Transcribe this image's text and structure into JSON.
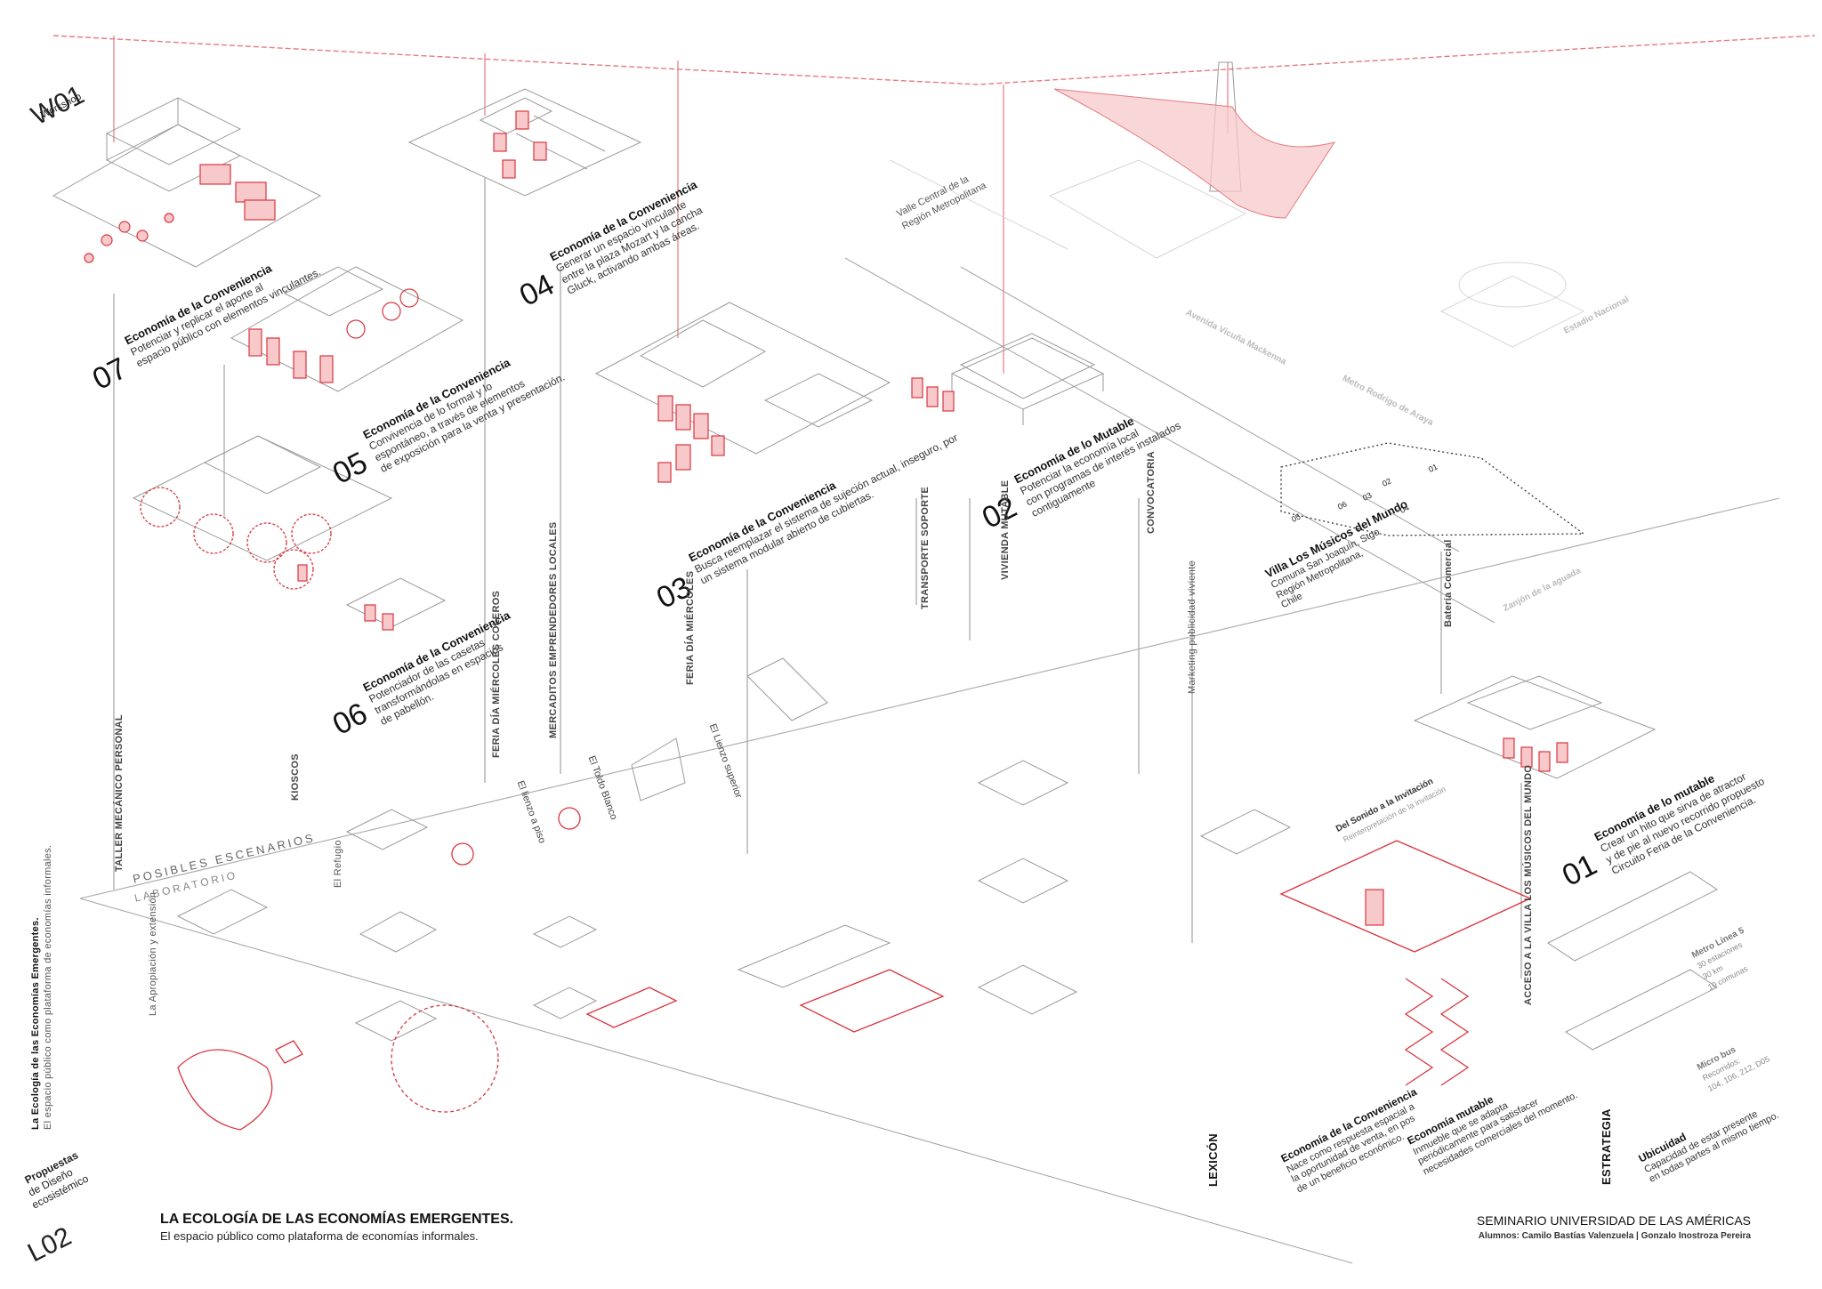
{
  "workshop": {
    "code": "W01",
    "label": "Workshop"
  },
  "level": {
    "code": "L02",
    "line1": "Propuestas",
    "line2": "de Diseño",
    "line3": "ecosistémico"
  },
  "side_note": {
    "title": "La Ecología de las Economías Emergentes.",
    "text": "El espacio público como plataforma de economías informales."
  },
  "scenario": {
    "line1": "POSIBLES ESCENARIOS",
    "line2": "LABORATORIO"
  },
  "proposals": [
    {
      "num": "07",
      "title": "Economía de la Conveniencia",
      "lines": [
        "Potenciar y replicar el aporte al",
        "espacio público con elementos vinculantes."
      ]
    },
    {
      "num": "05",
      "title": "Economía de la Conveniencia",
      "lines": [
        "Convivencia de lo formal y lo",
        "espontáneo, a través de elementos",
        "de exposición para la venta y presentación."
      ]
    },
    {
      "num": "06",
      "title": "Economía de la Conveniencia",
      "lines": [
        "Potenciador de las casetas",
        "transformándolas en espacios",
        "de pabellón."
      ]
    },
    {
      "num": "04",
      "title": "Economía de la Conveniencia",
      "lines": [
        "Generar un espacio vinculante",
        "entre la plaza Mozart y la cancha",
        "Gluck, activando ambas áreas."
      ]
    },
    {
      "num": "03",
      "title": "Economía de la Conveniencia",
      "lines": [
        "Busca reemplazar el sistema de sujeción actual, inseguro, por",
        "un sistema modular abierto de cubiertas."
      ]
    },
    {
      "num": "02",
      "title": "Economía de lo Mutable",
      "lines": [
        "Potenciar la economía local",
        "con programas de interés instalados",
        "contiguamente"
      ]
    },
    {
      "num": "01",
      "title": "Economía de lo mutable",
      "lines": [
        "Crear un hito que sirva de atractor",
        "y de pie al nuevo recorrido propuesto",
        "Circuito  Feria de la Conveniencia."
      ]
    }
  ],
  "categories": [
    "TALLER MECÁNICO PERSONAL",
    "KIOSCOS",
    "FERIA DÍA MIÉRCOLES   COLEROS",
    "MERCADITOS EMPRENDEDORES LOCALES",
    "FERIA DÍA MIÉRCOLES",
    "TRANSPORTE SOPORTE",
    "VIVIENDA MUTABLE",
    "CONVOCATORIA",
    "Marketing publicidad viviente",
    "Batería Comercial",
    "ACCESO A LA VILLA LOS MÚSICOS DEL MUNDO"
  ],
  "elements": [
    "La Apropiación y extensión",
    "El Refugio",
    "El lienzo a piso",
    "El Toldo Blanco",
    "El Lienzo superior"
  ],
  "villa": {
    "title": "Villa Los Músicos del Mundo",
    "lines": [
      "Comuna San Joaquín, Stgo",
      "Región Metropolitana,",
      "Chile"
    ]
  },
  "map_numbers": [
    "01",
    "02",
    "03",
    "04",
    "05",
    "06"
  ],
  "context_labels": [
    "Valle Central de la",
    "Región Metropolitana",
    "Avenida Vicuña Mackenna",
    "Metro Rodrigo de Araya",
    "Estadio Nacional",
    "Zanjón de la aguada"
  ],
  "dream": {
    "title": "Del Sonido a la Invitación",
    "sub": "Reinterpretación de la invitación"
  },
  "metro": {
    "title": "Metro Línea 5",
    "lines": [
      "30 estaciones",
      "30 km",
      "10 comunas"
    ]
  },
  "micro": {
    "title": "Micro bus",
    "lines": [
      "Recorridos:",
      "104, 106, 212, D05"
    ]
  },
  "lexicon": {
    "heading": "LEXICÓN",
    "items": [
      {
        "title": "Economía de la Conveniencia",
        "lines": [
          "Nace como respuesta espacial a",
          "la oportunidad de venta, en pos",
          "de un beneficio económico."
        ]
      },
      {
        "title": "Economía mutable",
        "lines": [
          "Inmueble que se adapta",
          "periódicamente para satisfacer",
          "necesidades comerciales del momento."
        ]
      }
    ]
  },
  "strategy": {
    "heading": "ESTRATEGIA",
    "title": "Ubicuidad",
    "lines": [
      "Capacidad de estar presente",
      "en todas partes al mismo tiempo."
    ]
  },
  "footer": {
    "title": "LA ECOLOGÍA DE LAS ECONOMÍAS EMERGENTES.",
    "subtitle": "El espacio público como plataforma de economías informales.",
    "seminar": "SEMINARIO UNIVERSIDAD DE LAS AMÉRICAS",
    "students": "Alumnos: Camilo Bastías Valenzuela | Gonzalo Inostroza Pereira"
  },
  "colors": {
    "accent": "#d9363e",
    "accent_light": "#f2b9bc",
    "line": "#9a9a9a",
    "ink": "#222222"
  }
}
